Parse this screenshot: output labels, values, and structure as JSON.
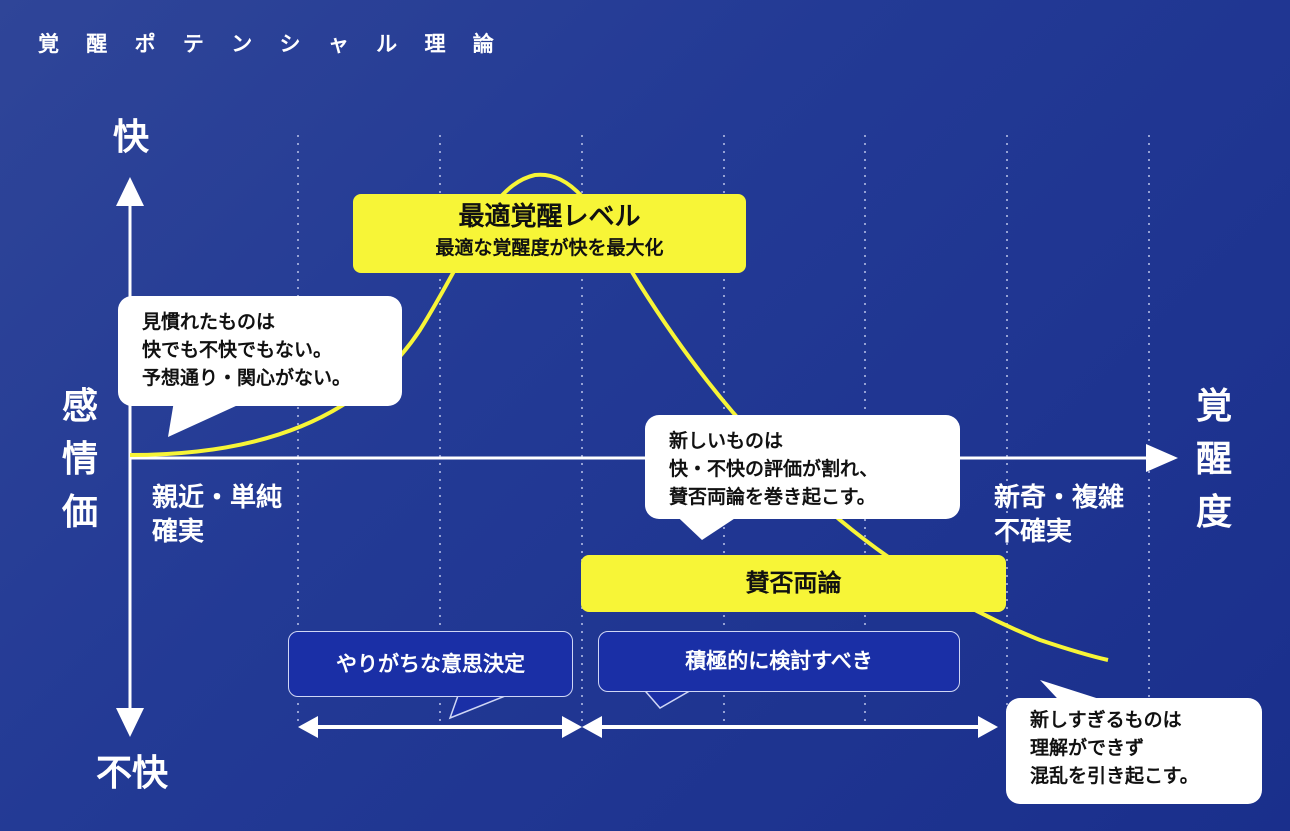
{
  "title": "覚 醒 ポ テ ン シ ャ ル 理 論",
  "axes": {
    "y_top": "快",
    "y_bottom": "不快",
    "y_name": [
      "感",
      "情",
      "価"
    ],
    "x_name": [
      "覚",
      "醒",
      "度"
    ]
  },
  "x_ends": {
    "left": [
      "親近・単純",
      "確実"
    ],
    "right": [
      "新奇・複雑",
      "不確実"
    ]
  },
  "optimal": {
    "title": "最適覚醒レベル",
    "subtitle": "最適な覚醒度が快を最大化"
  },
  "bubbles": {
    "familiar": [
      "見慣れたものは",
      "快でも不快でもない。",
      "予想通り・関心がない。"
    ],
    "new": [
      "新しいものは",
      "快・不快の評価が割れ、",
      "賛否両論を巻き起こす。"
    ],
    "too_new": [
      "新しすぎるものは",
      "理解ができず",
      "混乱を引き起こす。"
    ]
  },
  "controversy_label": "賛否両論",
  "decisions": {
    "common": "やりがちな意思決定",
    "recommended": "積極的に検討すべき"
  },
  "colors": {
    "accent": "#f7f537",
    "background": "#233a95",
    "box": "#1a2fa6"
  }
}
